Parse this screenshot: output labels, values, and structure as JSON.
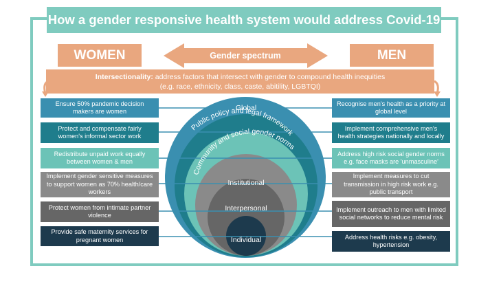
{
  "title": "How a gender responsive health system would address Covid-19",
  "women_label": "WOMEN",
  "men_label": "MEN",
  "spectrum_label": "Gender spectrum",
  "intersectionality": {
    "heading": "Intersectionality:",
    "text": " address factors that intersect with gender to compound health inequities",
    "examples": "(e.g. race, ethnicity, class, caste, abitility, LGBTQI)"
  },
  "levels": {
    "global": "Global",
    "policy": "Public policy and legal framework",
    "community": "Community and social gender norms",
    "institutional": "Institutional",
    "interpersonal": "Interpersonal",
    "individual": "Individual"
  },
  "women_actions": [
    "Ensure 50% pandemic decision makers are women",
    "Protect and compensate fairly women's informal sector work",
    "Redistribute unpaid work equally between women & men",
    "Implement gender sensitive measures to support women as 70% health/care workers",
    "Protect women from intimate partner violence",
    "Provide safe maternity services for pregnant women"
  ],
  "men_actions": [
    "Recognise men's health as a priority at global level",
    "Implement comprehensive men's health strategies nationally and locally",
    "Address high risk social gender norms e.g. face masks are 'unmasculine'",
    "Implement measures to cut transmission in high risk work e.g. public transport",
    "Implement outreach to men with limited social networks to reduce mental risk",
    "Address health risks e.g. obesity, hypertension"
  ],
  "colors": {
    "mint": "#7fcbbf",
    "peach": "#e9a77f",
    "blue": "#3a8fb0",
    "teal": "#1f7d8c",
    "light_teal": "#6cc3b7",
    "gray": "#8a8a8a",
    "dark_gray": "#666666",
    "navy": "#1d3a4d"
  }
}
